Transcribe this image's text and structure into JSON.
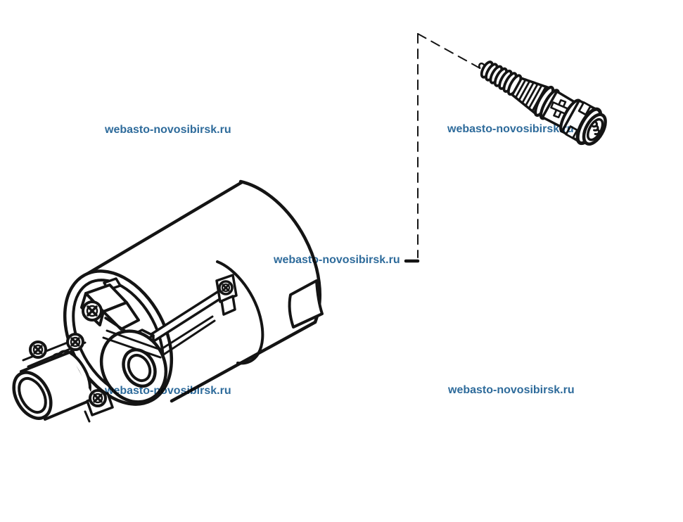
{
  "page": {
    "background": "#ffffff",
    "line_color": "#141414"
  },
  "watermark": {
    "text": "webasto-novosibirsk.ru",
    "color": "#2e6b9b"
  },
  "figure": {
    "kind": "exploded-parts-line-drawing",
    "parts": [
      {
        "label": "heater-main-unit"
      },
      {
        "label": "glow-plug"
      }
    ]
  }
}
